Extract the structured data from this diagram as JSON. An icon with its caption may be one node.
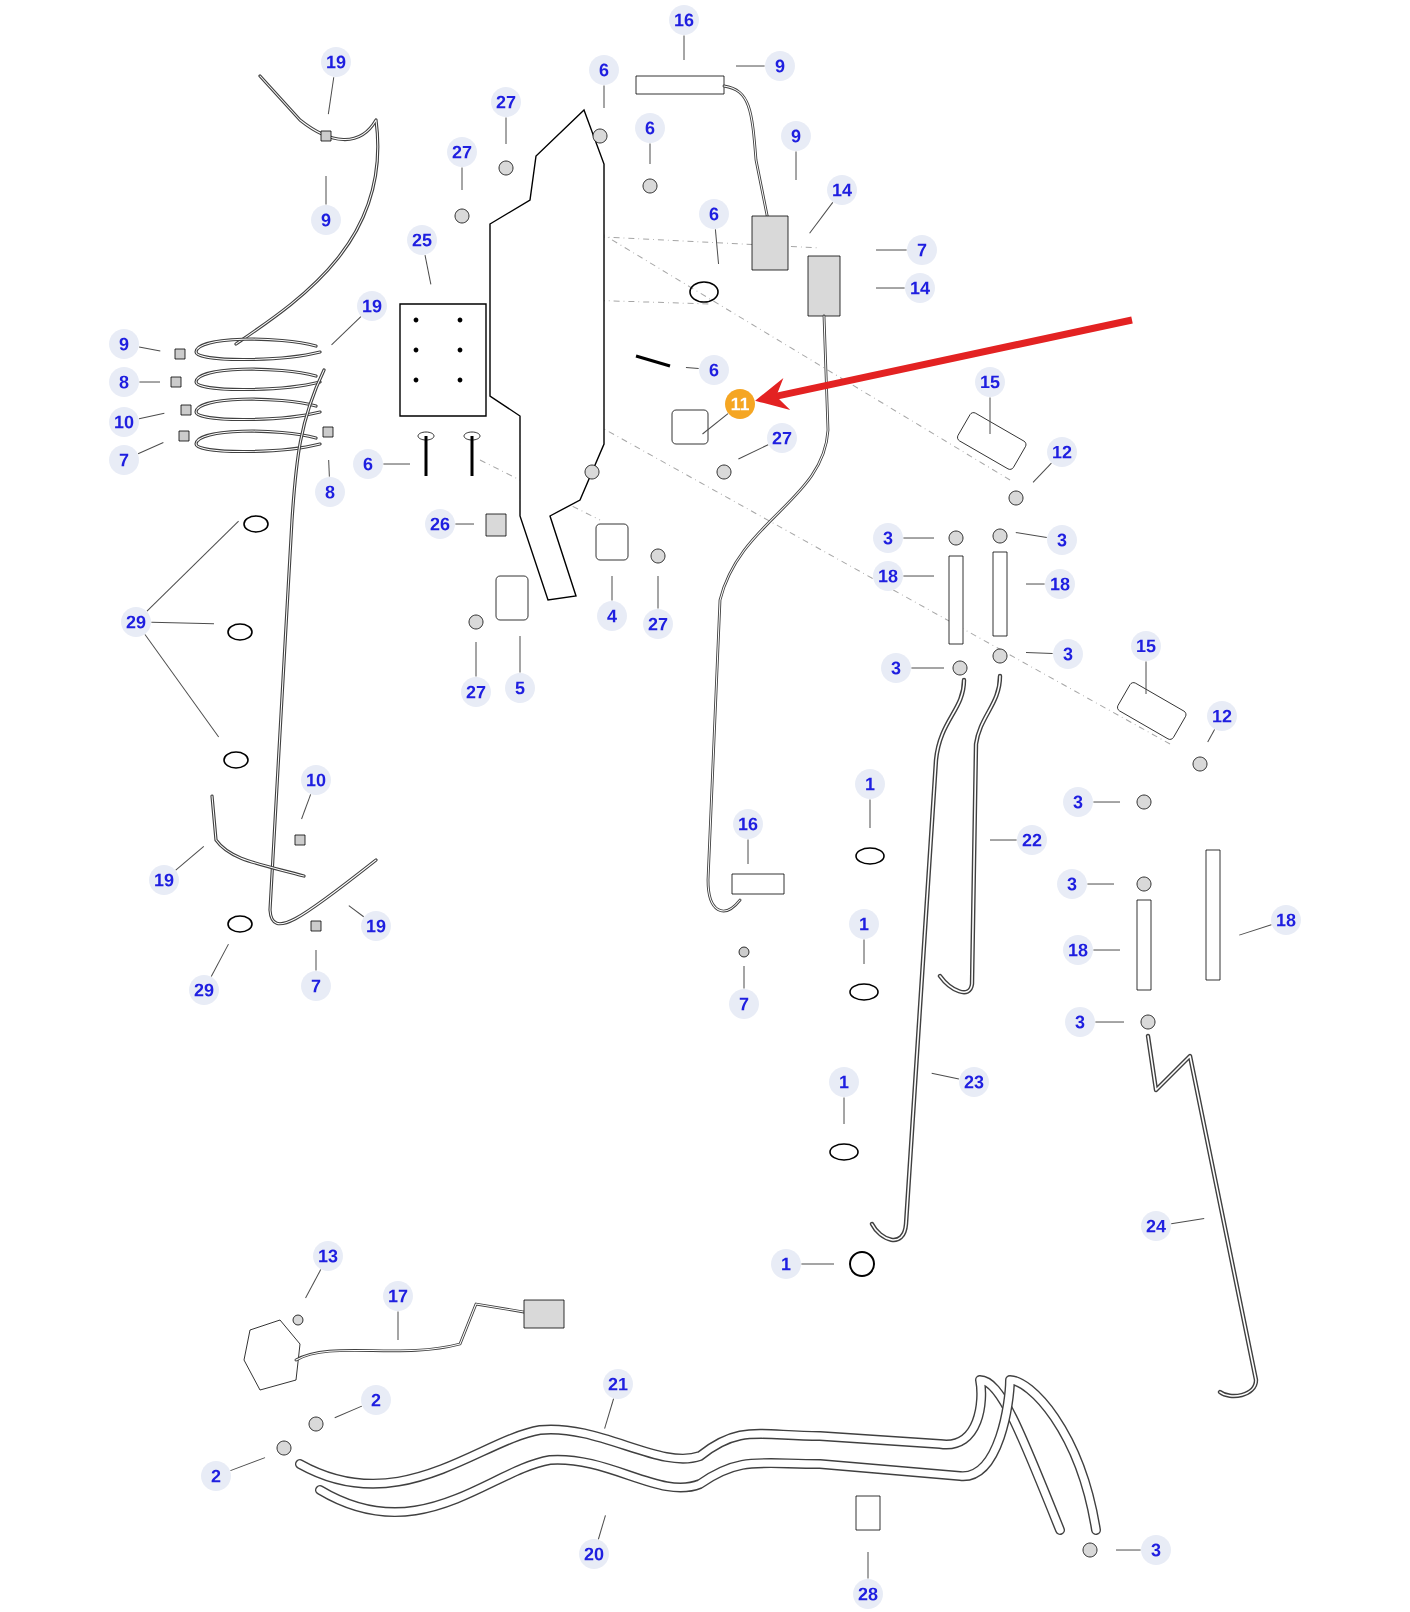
{
  "diagram": {
    "nodes": [
      {
        "text": [
          "19"
        ]
      },
      {
        "text": [
          "9"
        ]
      },
      {
        "text": [
          "9"
        ]
      },
      {
        "text": [
          "8"
        ]
      },
      {
        "text": [
          "10"
        ]
      },
      {
        "text": [
          "7"
        ]
      },
      {
        "text": [
          "19"
        ]
      },
      {
        "text": [
          "8"
        ]
      },
      {
        "text": [
          "29"
        ]
      },
      {
        "text": [
          "10"
        ]
      },
      {
        "text": [
          "19"
        ]
      },
      {
        "text": [
          "19"
        ]
      },
      {
        "text": [
          "29"
        ]
      },
      {
        "text": [
          "7"
        ]
      },
      {
        "text": [
          "27"
        ]
      },
      {
        "text": [
          "6"
        ]
      },
      {
        "text": [
          "27"
        ]
      },
      {
        "text": [
          "6"
        ]
      },
      {
        "text": [
          "25"
        ]
      },
      {
        "text": [
          "6"
        ]
      },
      {
        "text": [
          "6"
        ]
      },
      {
        "text": [
          "6"
        ]
      },
      {
        "text": [
          "26"
        ]
      },
      {
        "text": [
          "4"
        ]
      },
      {
        "text": [
          "27"
        ]
      },
      {
        "text": [
          "27"
        ]
      },
      {
        "text": [
          "5"
        ]
      },
      {
        "text": [
          "11"
        ]
      },
      {
        "text": [
          "27"
        ]
      },
      {
        "text": [
          "16"
        ]
      },
      {
        "text": [
          "9"
        ]
      },
      {
        "text": [
          "9"
        ]
      },
      {
        "text": [
          "14"
        ]
      },
      {
        "text": [
          "7"
        ]
      },
      {
        "text": [
          "14"
        ]
      },
      {
        "text": [
          "15"
        ]
      },
      {
        "text": [
          "12"
        ]
      },
      {
        "text": [
          "3"
        ]
      },
      {
        "text": [
          "3"
        ]
      },
      {
        "text": [
          "18"
        ]
      },
      {
        "text": [
          "18"
        ]
      },
      {
        "text": [
          "3"
        ]
      },
      {
        "text": [
          "3"
        ]
      },
      {
        "text": [
          "15"
        ]
      },
      {
        "text": [
          "12"
        ]
      },
      {
        "text": [
          "3"
        ]
      },
      {
        "text": [
          "1"
        ]
      },
      {
        "text": [
          "22"
        ]
      },
      {
        "text": [
          "3"
        ]
      },
      {
        "text": [
          "1"
        ]
      },
      {
        "text": [
          "18"
        ]
      },
      {
        "text": [
          "18"
        ]
      },
      {
        "text": [
          "3"
        ]
      },
      {
        "text": [
          "16"
        ]
      },
      {
        "text": [
          "7"
        ]
      },
      {
        "text": [
          "23"
        ]
      },
      {
        "text": [
          "1"
        ]
      },
      {
        "text": [
          "24"
        ]
      },
      {
        "text": [
          "1"
        ]
      },
      {
        "text": [
          "13"
        ]
      },
      {
        "text": [
          "17"
        ]
      },
      {
        "text": [
          "2"
        ]
      },
      {
        "text": [
          "2"
        ]
      },
      {
        "text": [
          "21"
        ]
      },
      {
        "text": [
          "20"
        ]
      },
      {
        "text": [
          "28"
        ]
      },
      {
        "text": [
          "3"
        ]
      }
    ],
    "edges": [
      {
        "from": 0,
        "to": null,
        "arrow": "none"
      },
      {
        "from": 1,
        "to": null,
        "arrow": "none"
      },
      {
        "from": 2,
        "to": null,
        "arrow": "none"
      },
      {
        "from": 3,
        "to": null,
        "arrow": "none"
      },
      {
        "from": 4,
        "to": null,
        "arrow": "none"
      },
      {
        "from": 5,
        "to": null,
        "arrow": "none"
      },
      {
        "from": 6,
        "to": null,
        "arrow": "none"
      },
      {
        "from": 7,
        "to": null,
        "arrow": "none"
      },
      {
        "from": 8,
        "to": null,
        "arrow": "none"
      },
      {
        "from": 8,
        "to": null,
        "arrow": "none"
      },
      {
        "from": 8,
        "to": null,
        "arrow": "none"
      },
      {
        "from": 9,
        "to": null,
        "arrow": "none"
      },
      {
        "from": 10,
        "to": null,
        "arrow": "none"
      },
      {
        "from": 11,
        "to": null,
        "arrow": "none"
      },
      {
        "from": 12,
        "to": null,
        "arrow": "none"
      },
      {
        "from": 13,
        "to": null,
        "arrow": "none"
      },
      {
        "from": 14,
        "to": null,
        "arrow": "none"
      },
      {
        "from": 15,
        "to": null,
        "arrow": "none"
      },
      {
        "from": 16,
        "to": null,
        "arrow": "none"
      },
      {
        "from": 17,
        "to": null,
        "arrow": "none"
      },
      {
        "from": 18,
        "to": null,
        "arrow": "none"
      },
      {
        "from": 19,
        "to": null,
        "arrow": "none"
      },
      {
        "from": 20,
        "to": null,
        "arrow": "none"
      },
      {
        "from": 21,
        "to": null,
        "arrow": "none"
      },
      {
        "from": 22,
        "to": null,
        "arrow": "none"
      },
      {
        "from": 23,
        "to": null,
        "arrow": "none"
      },
      {
        "from": 24,
        "to": null,
        "arrow": "none"
      },
      {
        "from": 25,
        "to": null,
        "arrow": "none"
      },
      {
        "from": 26,
        "to": null,
        "arrow": "none"
      },
      {
        "from": 27,
        "to": null,
        "arrow": "none"
      },
      {
        "from": 28,
        "to": null,
        "arrow": "none"
      },
      {
        "from": 29,
        "to": null,
        "arrow": "none"
      },
      {
        "from": 30,
        "to": null,
        "arrow": "none"
      },
      {
        "from": 31,
        "to": null,
        "arrow": "none"
      },
      {
        "from": 32,
        "to": null,
        "arrow": "none"
      },
      {
        "from": 33,
        "to": null,
        "arrow": "none"
      },
      {
        "from": 34,
        "to": null,
        "arrow": "none"
      },
      {
        "from": 35,
        "to": null,
        "arrow": "none"
      },
      {
        "from": 36,
        "to": null,
        "arrow": "none"
      },
      {
        "from": 37,
        "to": null,
        "arrow": "none"
      },
      {
        "from": 38,
        "to": null,
        "arrow": "none"
      },
      {
        "from": 39,
        "to": null,
        "arrow": "none"
      },
      {
        "from": 40,
        "to": null,
        "arrow": "none"
      },
      {
        "from": 41,
        "to": null,
        "arrow": "none"
      },
      {
        "from": 42,
        "to": null,
        "arrow": "none"
      },
      {
        "from": 43,
        "to": null,
        "arrow": "none"
      },
      {
        "from": 44,
        "to": null,
        "arrow": "none"
      },
      {
        "from": 45,
        "to": null,
        "arrow": "none"
      },
      {
        "from": 46,
        "to": null,
        "arrow": "none"
      },
      {
        "from": 47,
        "to": null,
        "arrow": "none"
      },
      {
        "from": 48,
        "to": null,
        "arrow": "none"
      },
      {
        "from": 49,
        "to": null,
        "arrow": "none"
      },
      {
        "from": 50,
        "to": null,
        "arrow": "none"
      },
      {
        "from": 51,
        "to": null,
        "arrow": "none"
      },
      {
        "from": 52,
        "to": null,
        "arrow": "none"
      },
      {
        "from": 53,
        "to": null,
        "arrow": "none"
      },
      {
        "from": 54,
        "to": null,
        "arrow": "none"
      },
      {
        "from": 55,
        "to": null,
        "arrow": "none"
      },
      {
        "from": 56,
        "to": null,
        "arrow": "none"
      },
      {
        "from": 57,
        "to": null,
        "arrow": "none"
      },
      {
        "from": 58,
        "to": null,
        "arrow": "none"
      },
      {
        "from": 59,
        "to": null,
        "arrow": "none"
      },
      {
        "from": 60,
        "to": null,
        "arrow": "none"
      },
      {
        "from": 61,
        "to": null,
        "arrow": "none"
      },
      {
        "from": 62,
        "to": null,
        "arrow": "none"
      },
      {
        "from": 63,
        "to": null,
        "arrow": "none"
      },
      {
        "from": 64,
        "to": null,
        "arrow": "none"
      },
      {
        "from": 65,
        "to": null,
        "arrow": "none"
      },
      {
        "from": 66,
        "to": null,
        "arrow": "none"
      },
      {
        "from": null,
        "to": 27,
        "arrow": "to",
        "style": "thick",
        "color": "#e32222"
      }
    ]
  }
}
